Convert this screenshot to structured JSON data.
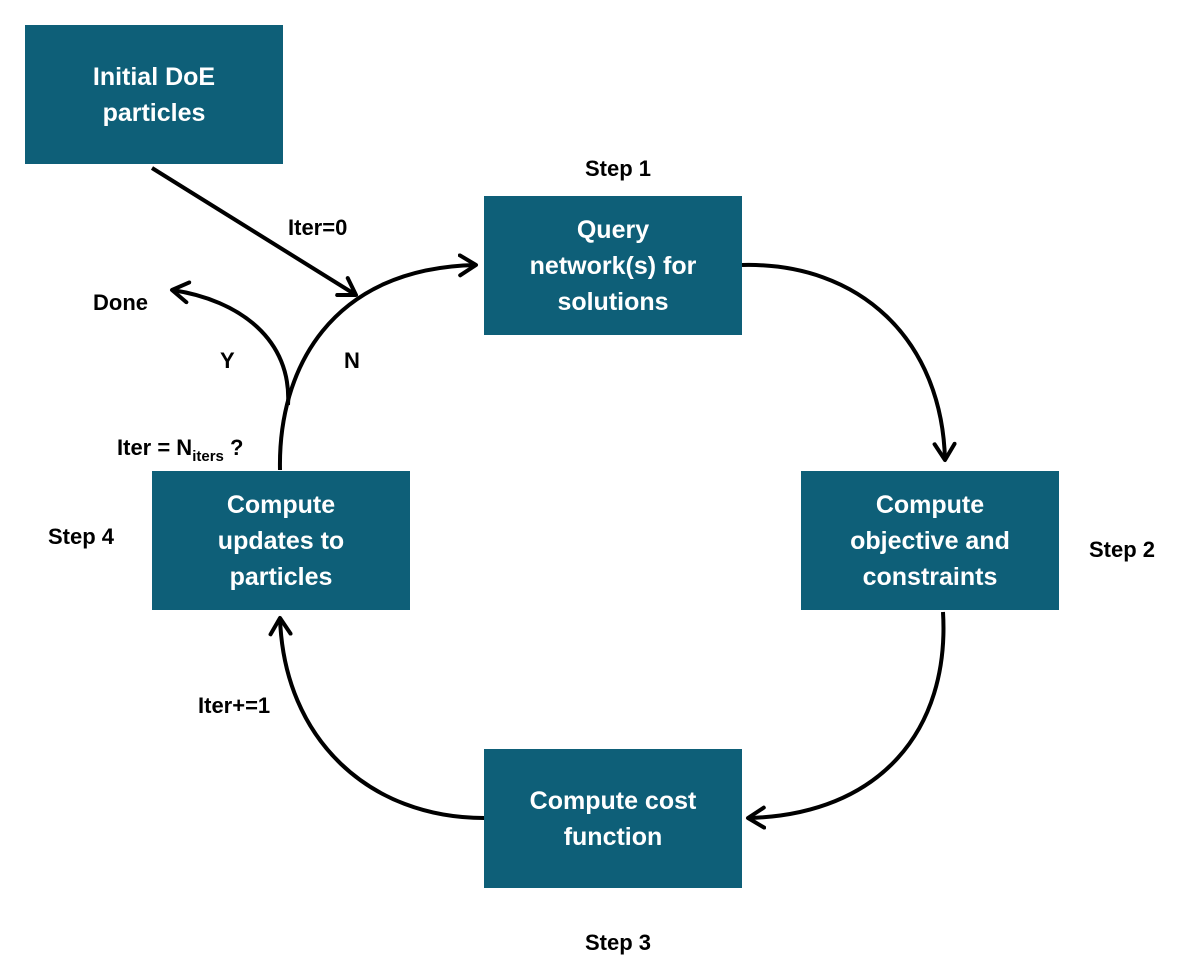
{
  "nodes": {
    "initial": {
      "text": "Initial DoE\nparticles"
    },
    "step1_box": {
      "text": "Query\nnetwork(s) for\nsolutions"
    },
    "step2_box": {
      "text": "Compute\nobjective and\nconstraints"
    },
    "step3_box": {
      "text": "Compute cost\nfunction"
    },
    "step4_box": {
      "text": "Compute\nupdates to\nparticles"
    }
  },
  "step_labels": {
    "step1": "Step 1",
    "step2": "Step 2",
    "step3": "Step 3",
    "step4": "Step 4"
  },
  "edge_labels": {
    "iter_zero": "Iter=0",
    "iter_increment": "Iter+=1",
    "done": "Done",
    "yes": "Y",
    "no": "N",
    "condition": {
      "prefix": "Iter = N",
      "subscript": "iters",
      "suffix": " ?"
    }
  },
  "colors": {
    "box_fill": "#0e5f78",
    "box_text": "#ffffff",
    "arrow": "#000000"
  }
}
